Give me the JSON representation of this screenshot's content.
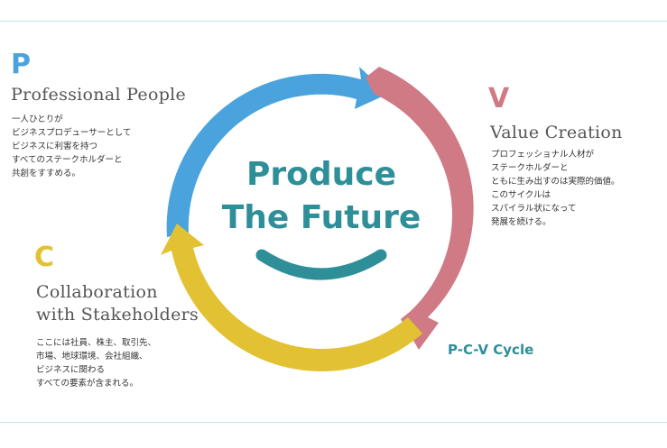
{
  "center": {
    "line1": "Produce",
    "line2": "The Future"
  },
  "cycle_label": "P-C-V Cycle",
  "p": {
    "letter": "P",
    "title": "Professional People",
    "lines": [
      "一人ひとりが",
      "ビジネスプロデューサーとして",
      "ビジネスに利害を持つ",
      "すべてのステークホルダーと",
      "共創をすすめる。"
    ]
  },
  "c": {
    "letter": "C",
    "title_line1": "Collaboration",
    "title_line2": "with Stakeholders",
    "lines": [
      "ここには社員、株主、取引先、",
      "市場、地球環境、会社組織、",
      "ビジネスに関わる",
      "すべての要素が含まれる。"
    ]
  },
  "v": {
    "letter": "V",
    "title": "Value Creation",
    "lines": [
      "プロフェッショナル人材が",
      "ステークホルダーと",
      "ともに生み出すのは実際的価値。",
      "このサイクルは",
      "スパイラル状になって",
      "発展を続ける。"
    ]
  },
  "colors": {
    "blue": "#4aa3dc",
    "pink": "#cf7a84",
    "yellow": "#e2c232",
    "teal": "#2f8f98",
    "rule": "#bfe3ec"
  }
}
